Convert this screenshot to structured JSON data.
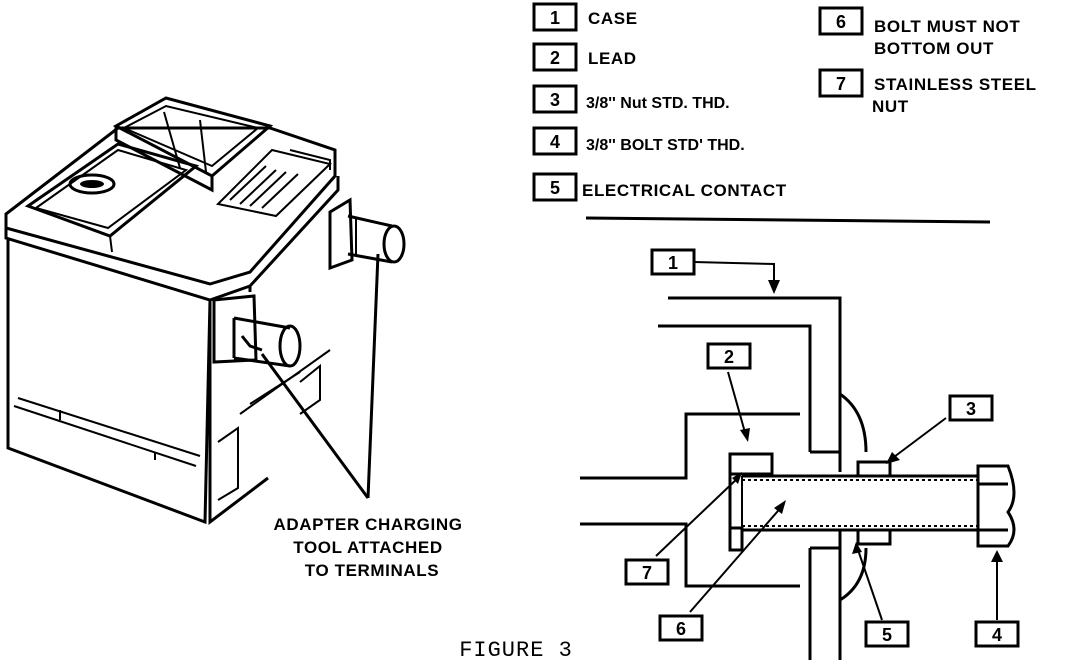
{
  "figure": {
    "caption": "FIGURE 3",
    "callout_text": [
      "ADAPTER CHARGING",
      "TOOL ATTACHED",
      "TO TERMINALS"
    ]
  },
  "legend": [
    {
      "number": "1",
      "text": [
        "CASE"
      ]
    },
    {
      "number": "2",
      "text": [
        "LEAD"
      ]
    },
    {
      "number": "3",
      "text": [
        "3/8'' Nut STD. THD."
      ]
    },
    {
      "number": "4",
      "text": [
        "3/8'' BOLT STD' THD."
      ]
    },
    {
      "number": "5",
      "text": [
        "ELECTRICAL CONTACT"
      ]
    },
    {
      "number": "6",
      "text": [
        "BOLT MUST NOT",
        "BOTTOM OUT"
      ]
    },
    {
      "number": "7",
      "text": [
        "STAINLESS STEEL",
        "NUT"
      ]
    }
  ],
  "diagram_labels": [
    "1",
    "2",
    "3",
    "4",
    "5",
    "6",
    "7"
  ]
}
